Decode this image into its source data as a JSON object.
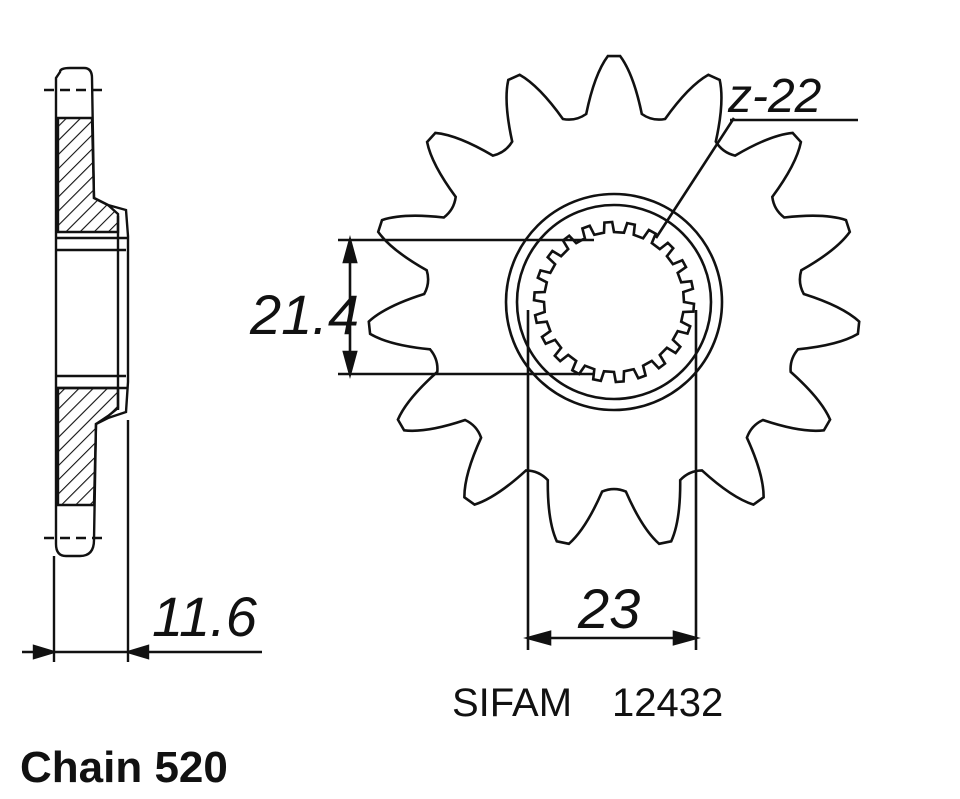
{
  "labels": {
    "teeth": "z-22",
    "inner_diameter": "21.4",
    "spline_width": "23",
    "thickness": "11.6",
    "brand": "SIFAM",
    "part_number": "12432",
    "chain": "Chain 520"
  },
  "sprocket": {
    "teeth_drawn": 15,
    "spline_teeth": 22
  },
  "colors": {
    "line": "#111111",
    "background": "#ffffff"
  }
}
